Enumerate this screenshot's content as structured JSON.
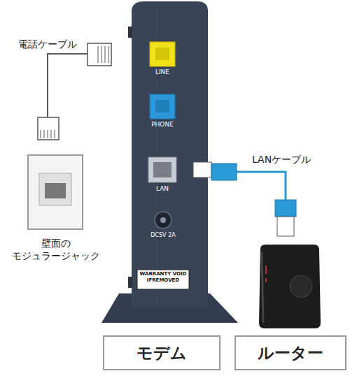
{
  "diagram": {
    "nodes": [
      {
        "text": [
          "モデム"
        ]
      },
      {
        "text": [
          "ルーター"
        ]
      }
    ],
    "labels": [
      "電話ケーブル",
      "LINE",
      "PHONE",
      "LAN",
      "LANケーブル",
      "DCSV 2A",
      "壁面の モジュラージャック",
      "WARRANTY VOID IFREMOVED"
    ]
  }
}
